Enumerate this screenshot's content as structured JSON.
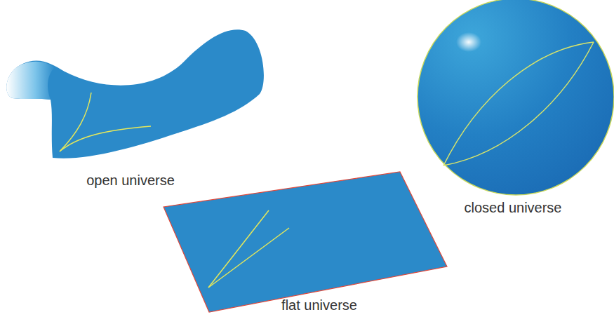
{
  "diagram": {
    "labels": [
      "open universe",
      "closed universe",
      "flat universe"
    ]
  }
}
